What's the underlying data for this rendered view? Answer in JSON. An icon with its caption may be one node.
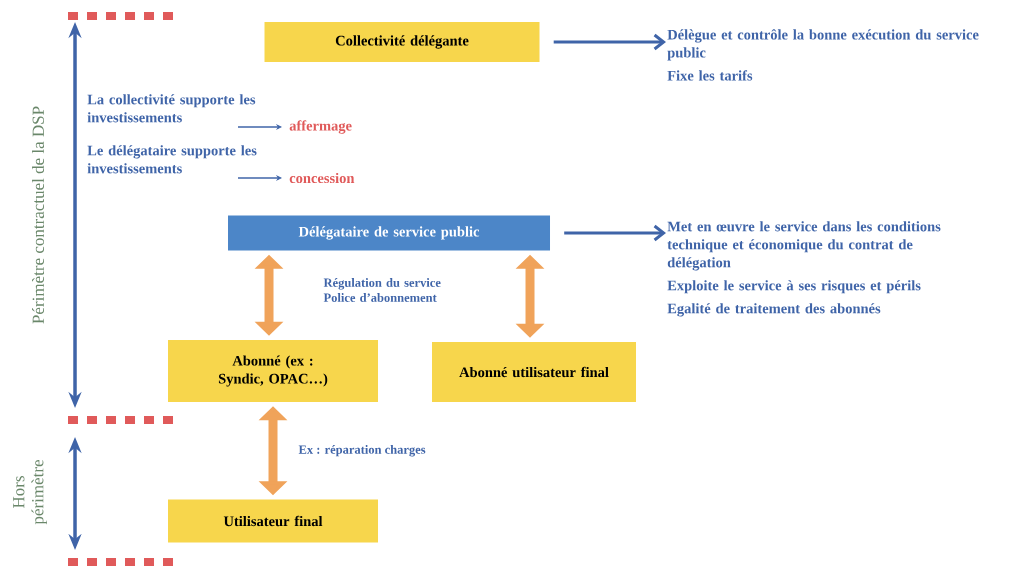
{
  "diagram": {
    "nodes": [
      {
        "text": [
          "Collectivité délégante"
        ]
      },
      {
        "text": [
          "Délègue et contrôle la bonne exécution du service public",
          "Fixe les tarifs"
        ]
      },
      {
        "text": [
          "Délégataire de service public"
        ]
      },
      {
        "text": [
          "Met en œuvre le service dans les conditions technique et économique du contrat de délégation",
          "Exploite le service à ses risques et périls",
          "Egalité de traitement des abonnés"
        ]
      },
      {
        "text": [
          "Abonné (ex : Syndic, OPAC…)"
        ]
      },
      {
        "text": [
          "Abonné utilisateur final"
        ]
      },
      {
        "text": [
          "Utilisateur final"
        ]
      },
      {
        "text": [
          "La collectivité supporte les investissements"
        ]
      },
      {
        "text": [
          "affermage"
        ]
      },
      {
        "text": [
          "Le délégataire supporte les investissements"
        ]
      },
      {
        "text": [
          "concession"
        ]
      }
    ],
    "edges": [
      {
        "from": 0,
        "to": 1,
        "arrow": "to"
      },
      {
        "from": 2,
        "to": 3,
        "arrow": "to"
      },
      {
        "from": 7,
        "to": 8,
        "arrow": "to"
      },
      {
        "from": 9,
        "to": 10,
        "arrow": "to"
      },
      {
        "from": 2,
        "to": 4,
        "arrow": "both",
        "style": "thick",
        "color": "#f0a35a"
      },
      {
        "from": 2,
        "to": 5,
        "arrow": "both",
        "style": "thick",
        "color": "#f0a35a"
      },
      {
        "from": 4,
        "to": 6,
        "arrow": "both",
        "style": "thick",
        "color": "#f0a35a",
        "label": "Ex : réparation charges"
      }
    ],
    "labels": [
      "Périmètre contractuel de la DSP",
      "Régulation du service Police d’abonnement",
      "Hors périmètre"
    ]
  }
}
